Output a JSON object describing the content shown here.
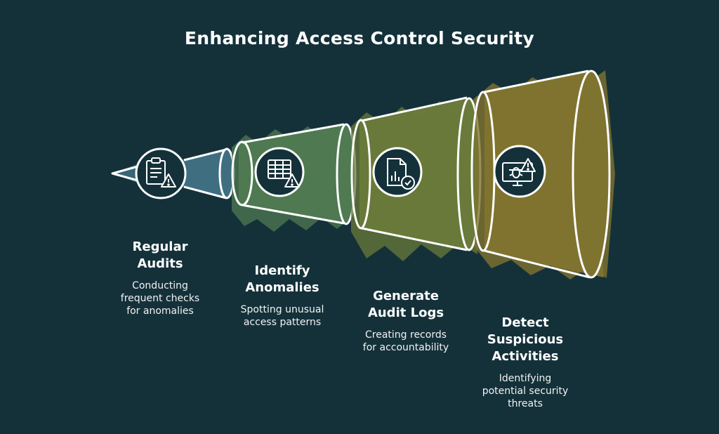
{
  "title": "Enhancing Access Control Security",
  "colors": {
    "background": "#14313a",
    "outline": "#ffffff",
    "stage1": "#3f6e80",
    "stage2": "#4f7a52",
    "stage3": "#697a3a",
    "stage4": "#7f7330"
  },
  "steps": [
    {
      "title": "Regular\nAudits",
      "description": "Conducting\nfrequent checks\nfor anomalies",
      "icon": "clipboard-warning-icon"
    },
    {
      "title": "Identify\nAnomalies",
      "description": "Spotting unusual\naccess patterns",
      "icon": "table-warning-icon"
    },
    {
      "title": "Generate\nAudit Logs",
      "description": "Creating records\nfor accountability",
      "icon": "document-check-icon"
    },
    {
      "title": "Detect\nSuspicious\nActivities",
      "description": "Identifying\npotential security\nthreats",
      "icon": "bug-monitor-warning-icon"
    }
  ]
}
